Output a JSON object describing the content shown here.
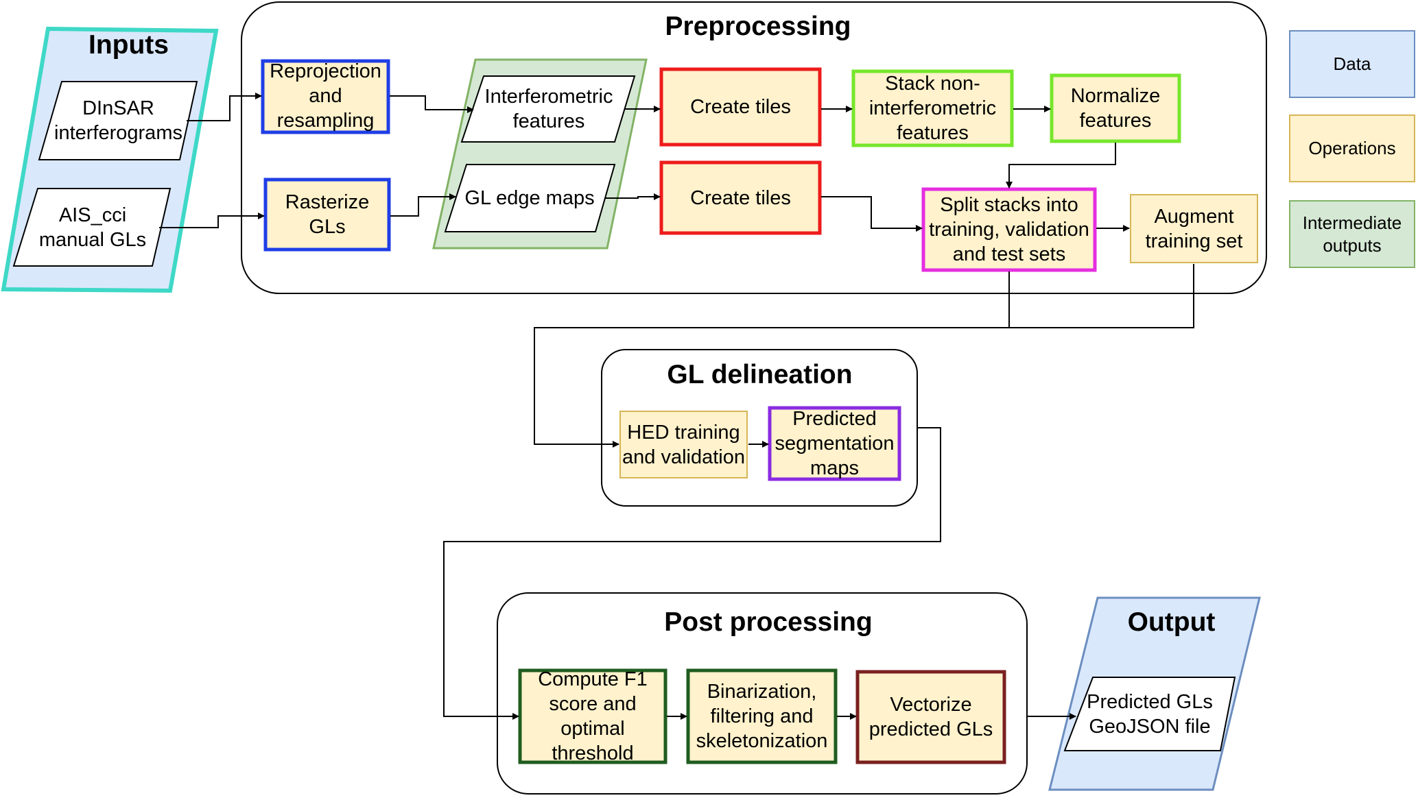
{
  "groups": {
    "inputs": "Inputs",
    "preprocessing": "Preprocessing",
    "delineation": "GL delineation",
    "postprocessing": "Post processing",
    "output": "Output"
  },
  "nodes": {
    "dinsar": "DInSAR\ninterferograms",
    "ais_cci": "AIS_cci\nmanual GLs",
    "reprojection": "Reprojection\nand\nresampling",
    "rasterize": "Rasterize\nGLs",
    "interferometric": "Interferometric\nfeatures",
    "gl_edge": "GL edge maps",
    "tiles_1": "Create tiles",
    "tiles_2": "Create tiles",
    "stack": "Stack non-\ninterferometric\nfeatures",
    "normalize": "Normalize\nfeatures",
    "split": "Split stacks into\ntraining, validation\nand test sets",
    "augment": "Augment\ntraining set",
    "hed": "HED training\nand validation",
    "predicted_maps": "Predicted\nsegmentation\nmaps",
    "f1": "Compute F1\nscore and\noptimal\nthreshold",
    "binarization": "Binarization,\nfiltering and\nskeletonization",
    "vectorize": "Vectorize\npredicted GLs",
    "predicted_gls": "Predicted GLs\nGeoJSON file"
  },
  "legend": {
    "data": "Data",
    "operations": "Operations",
    "intermediate": "Intermediate\noutputs"
  },
  "colors": {
    "data_fill": "#dae8fc",
    "data_stroke": "#6c8ebf",
    "operation_fill": "#fff2cc",
    "operation_stroke": "#d6b656",
    "intermediate_fill": "#d5e8d4",
    "intermediate_stroke": "#82b366",
    "inputs_border": "#3fd8c7",
    "blue_border": "#1f3ee6",
    "red_border": "#ee1c1c",
    "lime_border": "#77e62c",
    "magenta_border": "#e52ee0",
    "purple_border": "#8a2be2",
    "dark_green_border": "#1f5c1f",
    "maroon_border": "#7a2020",
    "edge": "#000000"
  }
}
